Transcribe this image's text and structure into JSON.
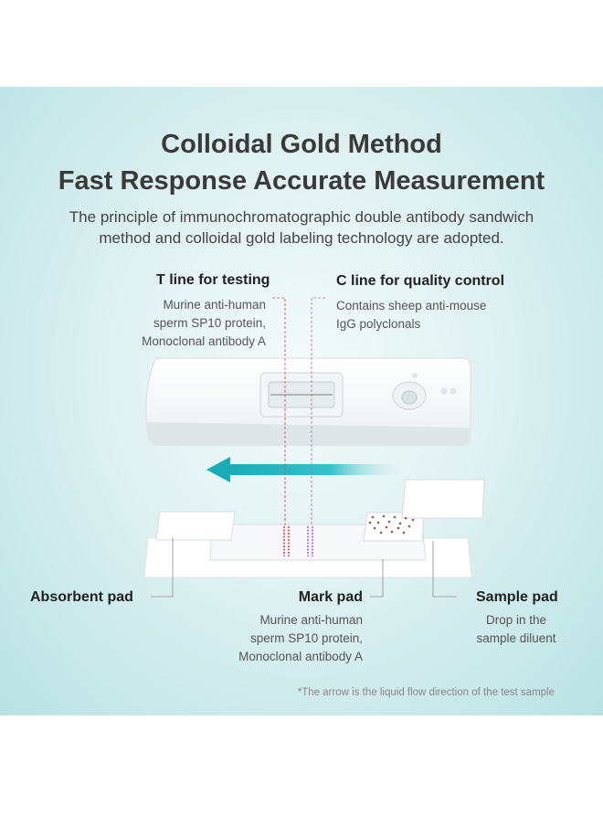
{
  "title": {
    "line1": "Colloidal Gold Method",
    "line2": "Fast Response  Accurate Measurement"
  },
  "intro": {
    "line1": "The principle of immunochromatographic double antibody sandwich",
    "line2": "method and colloidal gold labeling technology are adopted."
  },
  "t_line": {
    "label": "T line for testing",
    "desc": [
      "Murine anti-human",
      "sperm SP10 protein,",
      "Monoclonal antibody A"
    ]
  },
  "c_line": {
    "label": "C line for quality control",
    "desc": [
      "Contains sheep anti-mouse",
      "IgG polyclonals"
    ]
  },
  "absorbent_pad": {
    "label": "Absorbent pad"
  },
  "mark_pad": {
    "label": "Mark pad",
    "desc": [
      "Murine anti-human",
      "sperm SP10 protein,",
      "Monoclonal antibody A"
    ]
  },
  "sample_pad": {
    "label": "Sample pad",
    "desc": [
      "Drop in the",
      "sample diluent"
    ]
  },
  "footnote": "*The arrow is the liquid flow direction of the test sample",
  "colors": {
    "background": "#c6e8e9",
    "arrow": "#1fb3bd",
    "t_line": "#d9434f",
    "c_line": "#b35ed6",
    "leader": "#8d8d8d"
  }
}
